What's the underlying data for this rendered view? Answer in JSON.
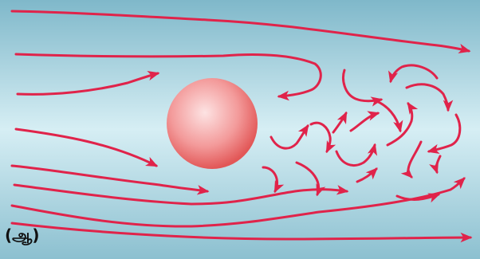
{
  "figure": {
    "panel_label": "(ஆ)",
    "colors": {
      "background_edge": "#7fb8ca",
      "background_center": "#d6eef4",
      "streamline": "#e0234a",
      "sphere_light": "#fde3e3",
      "sphere_dark": "#e25757"
    },
    "elements": [
      "upper-streamlines",
      "sphere",
      "turbulent-wake",
      "lower-streamlines"
    ]
  }
}
